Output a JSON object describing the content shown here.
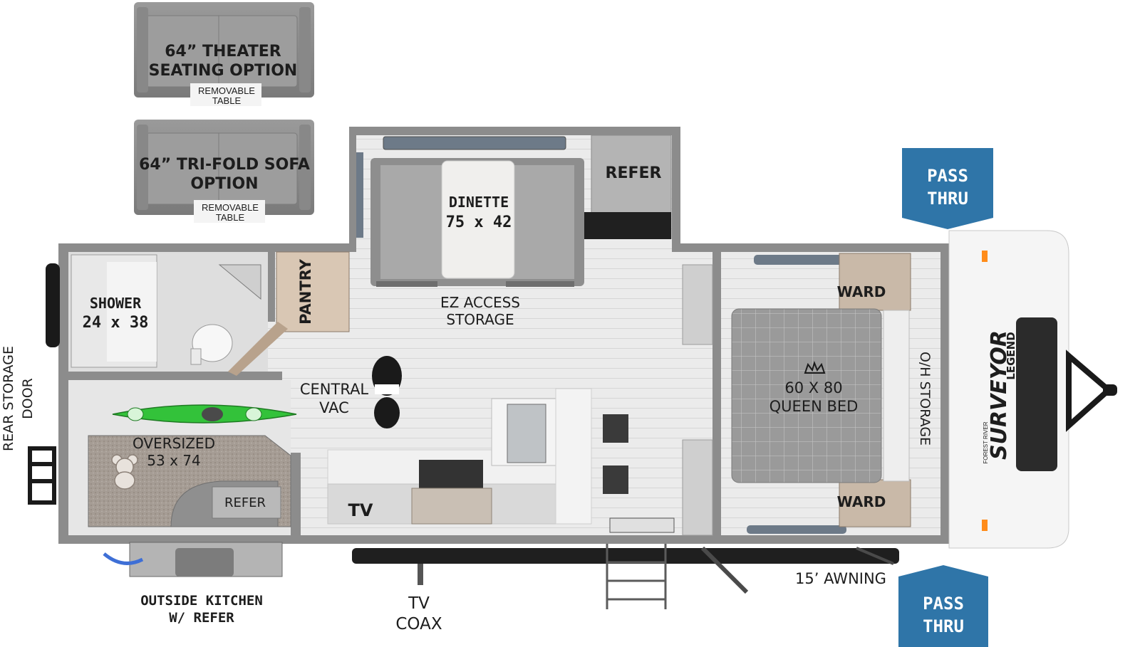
{
  "options": {
    "theater": {
      "line1": "64” THEATER",
      "line2": "SEATING OPTION",
      "table_line1": "REMOVABLE",
      "table_line2": "TABLE"
    },
    "trifold": {
      "line1": "64” TRI-FOLD SOFA",
      "line2": "OPTION",
      "table_line1": "REMOVABLE",
      "table_line2": "TABLE"
    }
  },
  "rooms": {
    "dinette": {
      "name": "DINETTE",
      "size": "75 x 42"
    },
    "refer_main": "REFER",
    "ez_access": {
      "line1": "EZ ACCESS",
      "line2": "STORAGE"
    },
    "pantry": "PANTRY",
    "shower": {
      "name": "SHOWER",
      "size": "24 x 38"
    },
    "central_vac": {
      "line1": "CENTRAL",
      "line2": "VAC"
    },
    "bunk": {
      "line1": "OVERSIZED",
      "line2": "53 x 74"
    },
    "refer_bunk": "REFER",
    "tv": "TV",
    "ward_top": "WARD",
    "ward_bottom": "WARD",
    "bed": {
      "line1": "60 X 80",
      "line2": "QUEEN BED"
    },
    "oh_storage": "O/H STORAGE"
  },
  "exterior": {
    "rear_door": {
      "line1": "REAR STORAGE",
      "line2": "DOOR"
    },
    "outside_kitchen": {
      "line1": "OUTSIDE KITCHEN",
      "line2": "W/ REFER"
    },
    "tv_coax": {
      "line1": "TV",
      "line2": "COAX"
    },
    "awning": "15’ AWNING",
    "pass_thru_top": {
      "line1": "PASS",
      "line2": "THRU"
    },
    "pass_thru_bottom": {
      "line1": "PASS",
      "line2": "THRU"
    }
  },
  "branding": {
    "brand": "SURVEYOR",
    "sub": "LEGEND",
    "maker": "FOREST RIVER"
  },
  "colors": {
    "wall": "#8e8e8e",
    "floor": "#ececec",
    "pass_thru": "#2f75a8",
    "kayak": "#33c23a"
  }
}
